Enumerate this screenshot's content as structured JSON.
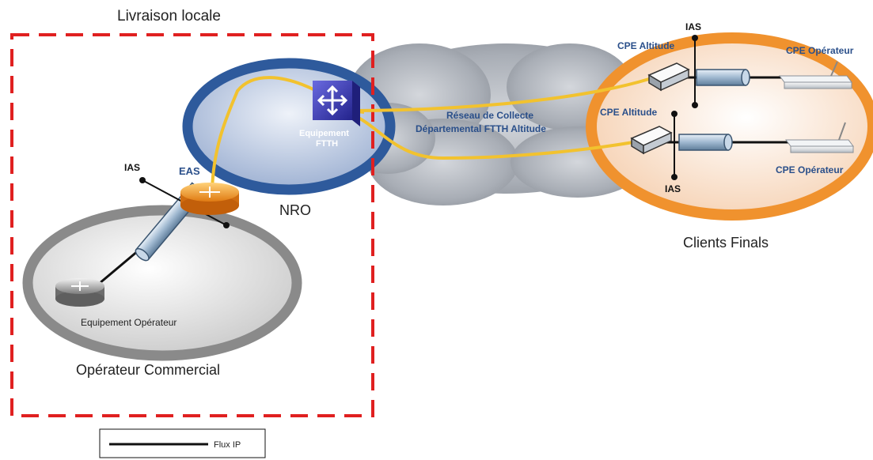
{
  "labels": {
    "livraison_locale": "Livraison locale",
    "nro": "NRO",
    "equipement_ftth_line1": "Equipement",
    "equipement_ftth_line2": "FTTH",
    "eas": "EAS",
    "ias_left": "IAS",
    "ias_top_right": "IAS",
    "ias_bottom_right": "IAS",
    "equipement_operateur": "Equipement Opérateur",
    "operateur_commercial": "Opérateur Commercial",
    "reseau_line1": "Réseau de Collecte",
    "reseau_line2": "Départemental FTTH Altitude",
    "cpe_altitude_top": "CPE Altitude",
    "cpe_altitude_mid": "CPE Altitude",
    "cpe_operateur_top": "CPE Opérateur",
    "cpe_operateur_bottom": "CPE Opérateur",
    "clients_finals": "Clients Finals"
  },
  "legend": {
    "flux_ip": "Flux IP"
  },
  "colors": {
    "dashed_border": "#e02020",
    "fiber": "#f2c22e",
    "nro_ring": "#2e5a9c",
    "clients_ring": "#f0922e",
    "operator_ring": "#888888",
    "label_blue": "#2a4f8a"
  }
}
